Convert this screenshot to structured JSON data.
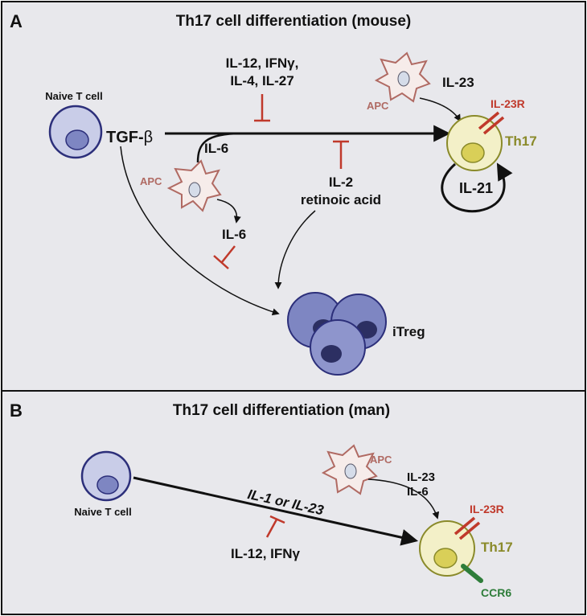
{
  "colors": {
    "panel_bg": "#e8e8ec",
    "inhibit": "#c0392b",
    "apc": "#b06a63",
    "th17": "#8a8a2a",
    "receptor": "#c0392b",
    "ccr6": "#2e7d3a",
    "naive_fill": "#c9cde8",
    "naive_stroke": "#2c2f7a",
    "itreg_fill": "#7e86c2"
  },
  "panel_a": {
    "letter": "A",
    "title": "Th17 cell differentiation (mouse)",
    "naive_label": "Naive T cell",
    "tgf_prefix": "TGF-",
    "tgf_beta": "β",
    "inhibitors_top_line1": "IL-12, IFNγ,",
    "inhibitors_top_line2": "IL-4, IL-27",
    "apc_top_label": "APC",
    "il23": "IL-23",
    "il23r": "IL-23R",
    "th17": "Th17",
    "il21": "IL-21",
    "il6_upper": "IL-6",
    "apc_mid_label": "APC",
    "il2": "IL-2",
    "retinoic_acid": "retinoic acid",
    "il6_lower": "IL-6",
    "itreg": "iTreg"
  },
  "panel_b": {
    "letter": "B",
    "title": "Th17 cell differentiation (man)",
    "naive_label": "Naive T cell",
    "apc_label": "APC",
    "il23": "IL-23",
    "il6": "IL-6",
    "arrow_label": "IL-1 or IL-23",
    "inhibitors": "IL-12, IFNγ",
    "il23r": "IL-23R",
    "th17": "Th17",
    "ccr6": "CCR6"
  }
}
